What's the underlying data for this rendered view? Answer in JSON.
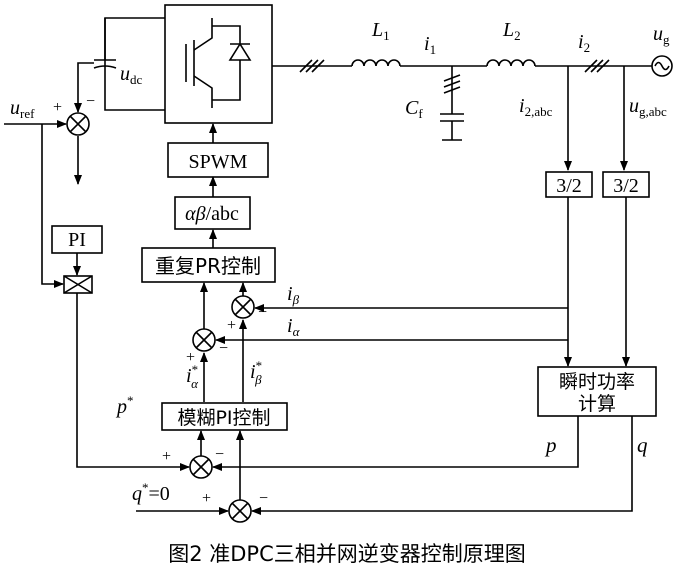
{
  "labels": {
    "u_ref_base": "u",
    "u_ref_sub": "ref",
    "u_dc_base": "u",
    "u_dc_sub": "dc",
    "L1_base": "L",
    "L1_sub": "1",
    "i1_base": "i",
    "i1_sub": "1",
    "L2_base": "L",
    "L2_sub": "2",
    "i2_base": "i",
    "i2_sub": "2",
    "ug_base": "u",
    "ug_sub": "g",
    "Cf_base": "C",
    "Cf_sub": "f",
    "i2abc_base": "i",
    "i2abc_sub": "2,abc",
    "ugabc_base": "u",
    "ugabc_sub": "g,abc",
    "i_beta_base": "i",
    "i_beta_sub": "β",
    "i_alpha_base": "i",
    "i_alpha_sub": "α",
    "ia_star_base": "i",
    "ia_star_sup": "*",
    "ia_star_sub": "α",
    "ib_star_base": "i",
    "ib_star_sup": "*",
    "ib_star_sub": "β",
    "p_star_base": "p",
    "p_star_sup": "*",
    "q_star_base": "q",
    "q_star_sup": "*",
    "q_star_value": "=0",
    "p": "p",
    "q": "q",
    "plus": "+",
    "minus": "−"
  },
  "blocks": {
    "spwm": "SPWM",
    "ab_abc_greek": "αβ",
    "ab_abc_rest": "/abc",
    "repeat_pr": "重复PR控制",
    "fuzzy_pi": "模糊PI控制",
    "pi": "PI",
    "t32_left": "3/2",
    "t32_right": "3/2",
    "power_calc_line1": "瞬时功率",
    "power_calc_line2": "计算"
  },
  "caption": "图2  准DPC三相并网逆变器控制原理图"
}
